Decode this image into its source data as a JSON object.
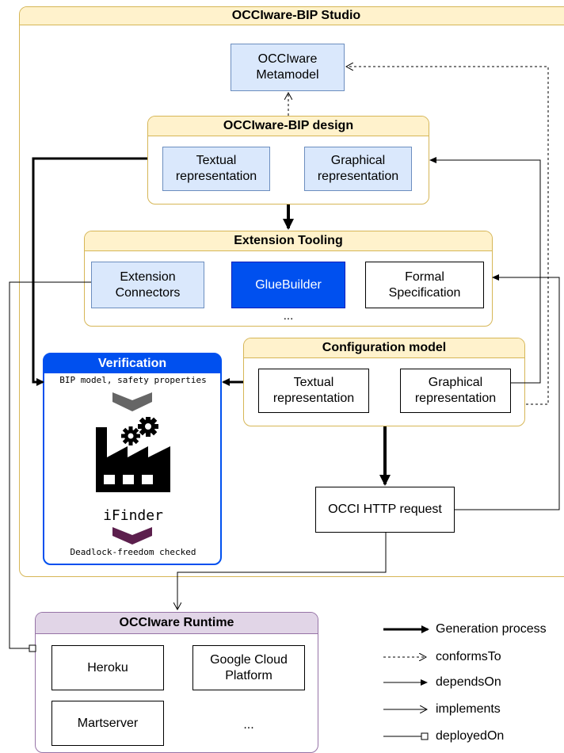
{
  "studio": {
    "title": "OCCIware-BIP Studio"
  },
  "metamodel": {
    "label": "OCCIware\nMetamodel"
  },
  "design": {
    "title": "OCCIware-BIP design",
    "textual": "Textual\nrepresentation",
    "graphical": "Graphical\nrepresentation"
  },
  "extension": {
    "title": "Extension Tooling",
    "connectors": "Extension\nConnectors",
    "gluebuilder": "GlueBuilder",
    "formal": "Formal\nSpecification",
    "more": "..."
  },
  "verification": {
    "title": "Verification",
    "input": "BIP model, safety properties",
    "tool": "iFinder",
    "output": "Deadlock-freedom checked"
  },
  "configuration": {
    "title": "Configuration model",
    "textual": "Textual\nrepresentation",
    "graphical": "Graphical\nrepresentation"
  },
  "occi_request": {
    "label": "OCCI HTTP request"
  },
  "runtime": {
    "title": "OCCIware Runtime",
    "heroku": "Heroku",
    "gcp": "Google Cloud\nPlatform",
    "martserver": "Martserver",
    "more": "..."
  },
  "legend": {
    "generation": "Generation process",
    "conforms": "conformsTo",
    "depends": "dependsOn",
    "implements": "implements",
    "deployed": "deployedOn"
  },
  "colors": {
    "panel_fill": "#fff2cc",
    "panel_border": "#d6b656",
    "component_fill": "#dae8fc",
    "component_border": "#6c8ebf",
    "gluebuilder": "#0050ef",
    "verification_header": "#0050ef",
    "runtime_header": "#e1d5e7",
    "runtime_border": "#9673a6"
  },
  "icons": [
    "factory-icon",
    "gears-icon",
    "chevron-down-icon"
  ]
}
